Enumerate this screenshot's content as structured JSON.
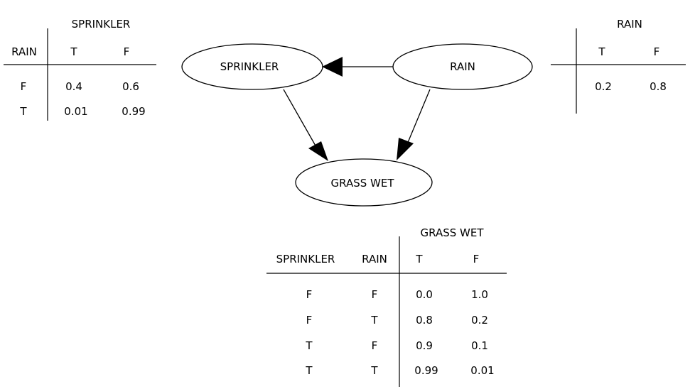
{
  "nodes": {
    "sprinkler": "SPRINKLER",
    "rain": "RAIN",
    "grass_wet": "GRASS WET"
  },
  "sprinkler_table": {
    "title": "SPRINKLER",
    "row_header": "RAIN",
    "col_t": "T",
    "col_f": "F",
    "rows": [
      {
        "rain": "F",
        "t": "0.4",
        "f": "0.6"
      },
      {
        "rain": "T",
        "t": "0.01",
        "f": "0.99"
      }
    ]
  },
  "rain_table": {
    "title": "RAIN",
    "col_t": "T",
    "col_f": "F",
    "values": {
      "t": "0.2",
      "f": "0.8"
    }
  },
  "grass_table": {
    "title": "GRASS WET",
    "header_sprinkler": "SPRINKLER",
    "header_rain": "RAIN",
    "col_t": "T",
    "col_f": "F",
    "rows": [
      {
        "sprinkler": "F",
        "rain": "F",
        "t": "0.0",
        "f": "1.0"
      },
      {
        "sprinkler": "F",
        "rain": "T",
        "t": "0.8",
        "f": "0.2"
      },
      {
        "sprinkler": "T",
        "rain": "F",
        "t": "0.9",
        "f": "0.1"
      },
      {
        "sprinkler": "T",
        "rain": "T",
        "t": "0.99",
        "f": "0.01"
      }
    ]
  }
}
